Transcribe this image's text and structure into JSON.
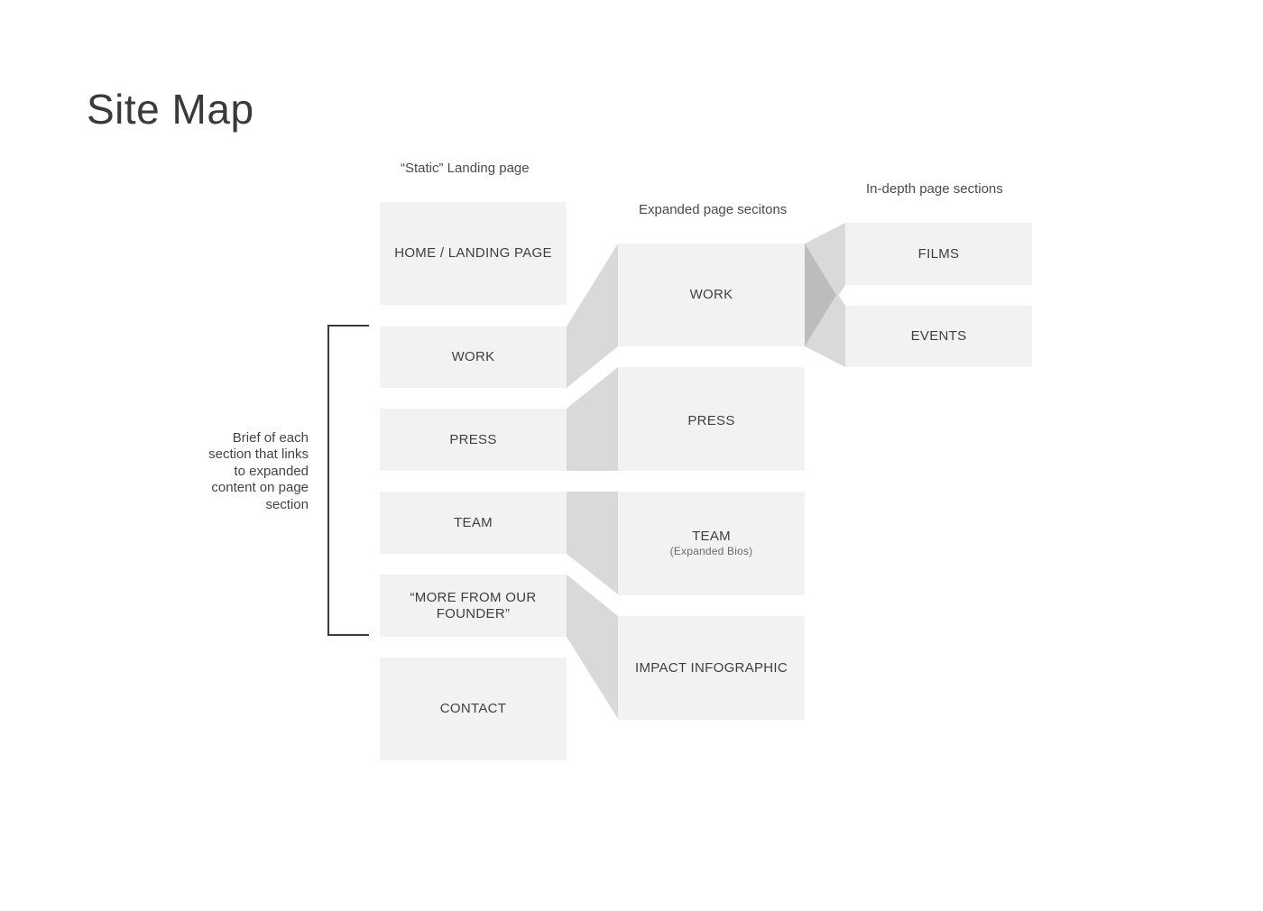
{
  "title": "Site Map",
  "columns": {
    "landing": "“Static” Landing page",
    "expanded": "Expanded page secitons",
    "indepth": "In-depth page sections"
  },
  "landing_boxes": {
    "home": "HOME / LANDING PAGE",
    "work": "WORK",
    "press": "PRESS",
    "team": "TEAM",
    "founder": "“MORE FROM OUR FOUNDER”",
    "contact": "CONTACT"
  },
  "expanded_boxes": {
    "work": "WORK",
    "press": "PRESS",
    "team": "TEAM",
    "team_sub": "(Expanded Bios)",
    "impact": "IMPACT INFOGRAPHIC"
  },
  "indepth_boxes": {
    "films": "FILMS",
    "events": "EVENTS"
  },
  "bracket_note": "Brief of each\nsection that links\nto expanded\ncontent on page\nsection",
  "colors": {
    "box": "#f2f2f2",
    "connector": "#d9d9d9",
    "connector_overlap": "#bcbcbc",
    "bracket": "#3a3a3a"
  }
}
